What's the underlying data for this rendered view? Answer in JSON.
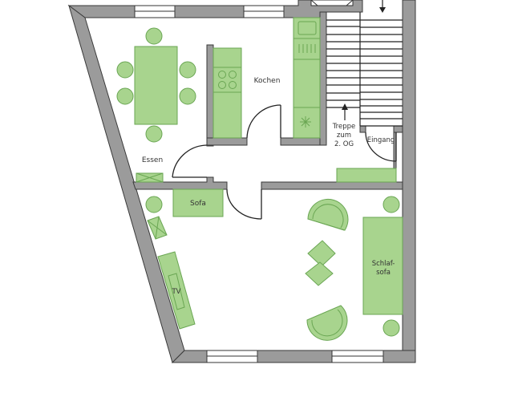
{
  "floorplan": {
    "rooms": {
      "essen": "Essen",
      "kochen": "Kochen",
      "eingang": "Eingang",
      "stairs": [
        "Treppe",
        "zum",
        "2. OG"
      ]
    },
    "furniture": {
      "sofa": "Sofa",
      "tv": "TV",
      "schlafsofa": [
        "Schlaf-",
        "sofa"
      ]
    },
    "colors": {
      "wall": "#9b9b9b",
      "furniture": "#a8d48e",
      "furniture_stroke": "#6aa653",
      "background": "#ffffff"
    }
  }
}
